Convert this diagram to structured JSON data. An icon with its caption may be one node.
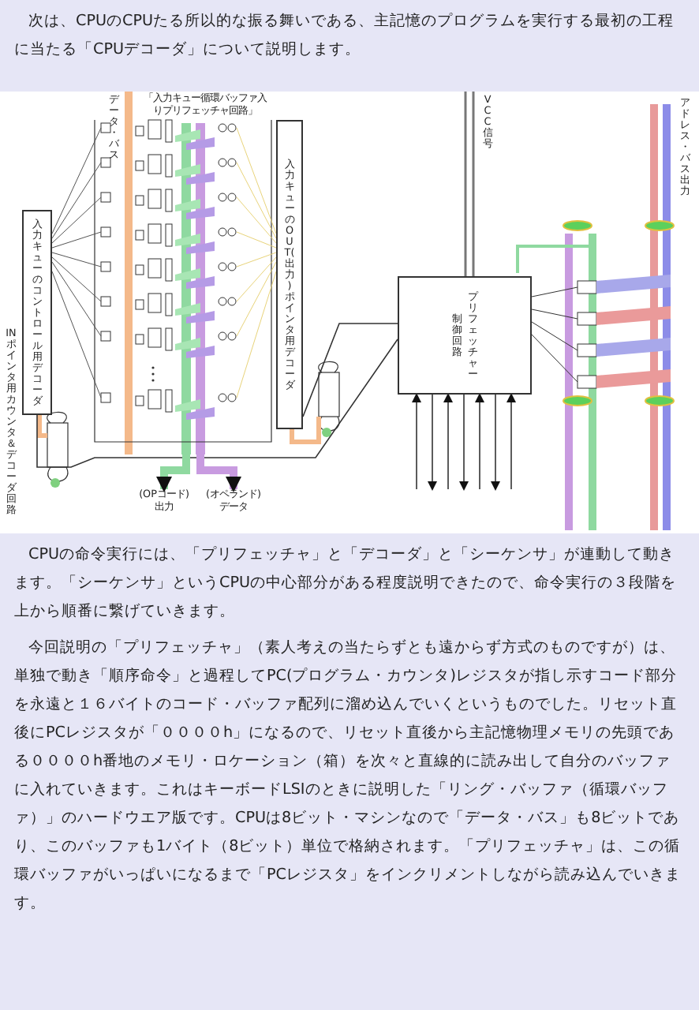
{
  "diagram": {
    "nodes": [
      {
        "text": [
          "入力キューのコントロール用デコーダ"
        ]
      },
      {
        "text": [
          "入力キューのOUT(出力)ポインタ用デコーダ"
        ]
      },
      {
        "text": [
          "制御回路",
          "プリフェッチャー"
        ]
      },
      {
        "text": [
          "(OPコード)出力"
        ]
      },
      {
        "text": [
          "(オペランド)データ"
        ]
      }
    ],
    "edges": [
      {
        "from": 2,
        "to": 1,
        "arrow": "none"
      },
      {
        "from": 2,
        "to": 0,
        "arrow": "none"
      },
      {
        "from": null,
        "to": 3,
        "arrow": "to",
        "style": "thick",
        "color": "#8fd9a0"
      },
      {
        "from": null,
        "to": 4,
        "arrow": "to",
        "style": "thick",
        "color": "#c89be0"
      },
      {
        "from": null,
        "to": 2,
        "arrow": "to"
      },
      {
        "from": 2,
        "to": null,
        "arrow": "to"
      },
      {
        "from": null,
        "to": 2,
        "arrow": "to"
      },
      {
        "from": 2,
        "to": null,
        "arrow": "to"
      },
      {
        "from": null,
        "to": 2,
        "arrow": "to"
      },
      {
        "from": 2,
        "to": null,
        "arrow": "to"
      },
      {
        "from": null,
        "to": 2,
        "arrow": "to"
      }
    ],
    "labels": [
      "次は、CPUのCPUたる所以的な振る舞いである、主記憶のプログラムを実行する最初の工程に当たる「CPUデコーダ」について説明します。",
      "「入力キュー循環バッファ入りプリフェッチャ回路」",
      "データ・バス",
      "VCC信号",
      "アドレス・バス出力",
      "INポインタ用カウンタ＆デコーダ回路",
      "CPUの命令実行には、「プリフェッチャ」と「デコーダ」と「シーケンサ」が連動して動きます。「シーケンサ」というCPUの中心部分がある程度説明できたので、命令実行の３段階を上から順番に繋げていきます。",
      "今回説明の「プリフェッチャ」（素人考えの当たらずとも遠からず方式のものですが）は、単独で動き「順序命令」と過程してPC(プログラム・カウンタ)レジスタが指し示すコード部分を永遠と１６バイトのコード・バッファ配列に溜め込んでいくというものでした。リセット直後にPCレジスタが「００００h」になるので、リセット直後から主記憶物理メモリの先頭である００００h番地のメモリ・ロケーション（箱）を次々と直線的に読み出して自分のバッファに入れていきます。これはキーボードLSIのときに説明した「リング・バッファ（循環バッファ）」のハードウエア版です。CPUは8ビット・マシンなので「データ・バス」も8ビットであり、このバッファも1バイト（8ビット）単位で格納されます。「プリフェッチャ」は、この循環バッファがいっぱいになるまで「PCレジスタ」をインクリメントしながら読み込んでいきます。"
    ]
  }
}
